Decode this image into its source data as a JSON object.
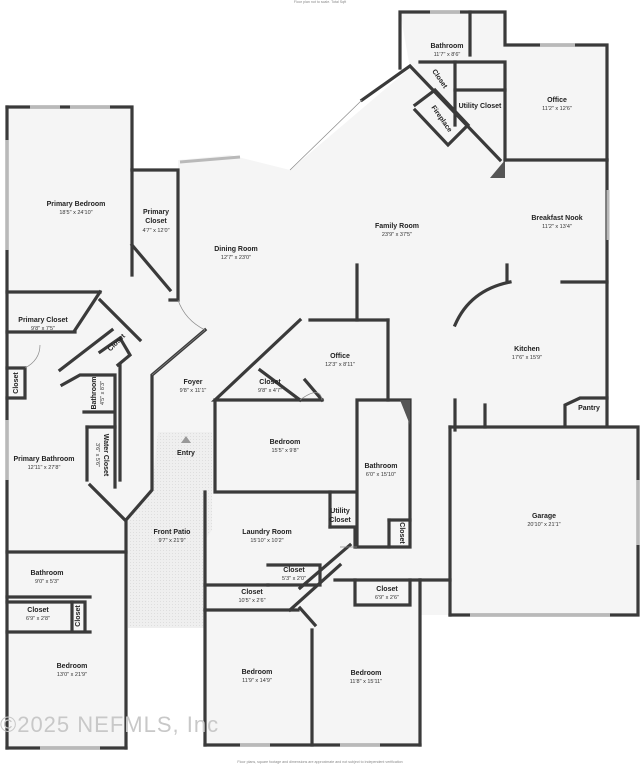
{
  "header_note": "Floor plan not to scale. Total Sqft",
  "footer_note": "Floor plans, square footage and dimensions are approximate and not subject to independent verification",
  "watermark": "©2025 NEFMLS, Inc",
  "rooms": {
    "bathroom_top": {
      "name": "Bathroom",
      "dim": "11'7\" x 8'6\""
    },
    "closet_top": {
      "name": "Closet"
    },
    "fireplace": {
      "name": "Fireplace"
    },
    "utility_closet_top": {
      "name": "Utility Closet"
    },
    "office_top": {
      "name": "Office",
      "dim": "11'2\" x 12'6\""
    },
    "primary_bedroom": {
      "name": "Primary Bedroom",
      "dim": "18'5\" x 24'10\""
    },
    "primary_closet_a": {
      "name": "Primary\nCloset",
      "dim": "4'7\" x 12'0\""
    },
    "dining_room": {
      "name": "Dining Room",
      "dim": "12'7\" x 23'0\""
    },
    "family_room": {
      "name": "Family Room",
      "dim": "23'9\" x 37'5\""
    },
    "breakfast_nook": {
      "name": "Breakfast Nook",
      "dim": "11'2\" x 13'4\""
    },
    "primary_closet_b": {
      "name": "Primary Closet",
      "dim": "9'8\" x 7'5\""
    },
    "closet_diag": {
      "name": "Closet"
    },
    "office_mid": {
      "name": "Office",
      "dim": "12'3\" x 8'11\""
    },
    "kitchen": {
      "name": "Kitchen",
      "dim": "17'6\" x 15'9\""
    },
    "closet_left": {
      "name": "Closet"
    },
    "bathroom_small": {
      "name": "Bathroom",
      "dim": "4'5\" x 8'3\""
    },
    "foyer": {
      "name": "Foyer",
      "dim": "9'8\" x 11'1\""
    },
    "closet_foyer": {
      "name": "Closet",
      "dim": "9'8\" x 4'7\""
    },
    "pantry": {
      "name": "Pantry"
    },
    "entry": {
      "name": "Entry"
    },
    "bedroom_mid": {
      "name": "Bedroom",
      "dim": "15'5\" x 9'8\""
    },
    "primary_bathroom": {
      "name": "Primary Bathroom",
      "dim": "12'11\" x 27'8\""
    },
    "water_closet": {
      "name": "Water Closet",
      "dim": "3'6\" x 5'6\""
    },
    "bathroom_right": {
      "name": "Bathroom",
      "dim": "6'0\" x 15'10\""
    },
    "garage": {
      "name": "Garage",
      "dim": "20'10\" x 21'1\""
    },
    "utility_closet_mid": {
      "name": "Utility\nCloset"
    },
    "closet_narrow": {
      "name": "Closet"
    },
    "front_patio": {
      "name": "Front Patio",
      "dim": "9'7\" x 21'9\""
    },
    "laundry_room": {
      "name": "Laundry Room",
      "dim": "15'10\" x 10'2\""
    },
    "closet_laundry": {
      "name": "Closet",
      "dim": "5'3\" x 2'0\""
    },
    "bathroom_left_low": {
      "name": "Bathroom",
      "dim": "9'0\" x 5'3\""
    },
    "closet_105": {
      "name": "Closet",
      "dim": "10'5\" x 2'6\""
    },
    "closet_69": {
      "name": "Closet",
      "dim": "6'9\" x 2'6\""
    },
    "closet_628": {
      "name": "Closet",
      "dim": "6'9\" x 2'8\""
    },
    "closet_vert": {
      "name": "Closet"
    },
    "bedroom_sw": {
      "name": "Bedroom",
      "dim": "13'0\" x 21'9\""
    },
    "bedroom_s1": {
      "name": "Bedroom",
      "dim": "11'9\" x 14'9\""
    },
    "bedroom_s2": {
      "name": "Bedroom",
      "dim": "11'8\" x 15'11\""
    }
  }
}
